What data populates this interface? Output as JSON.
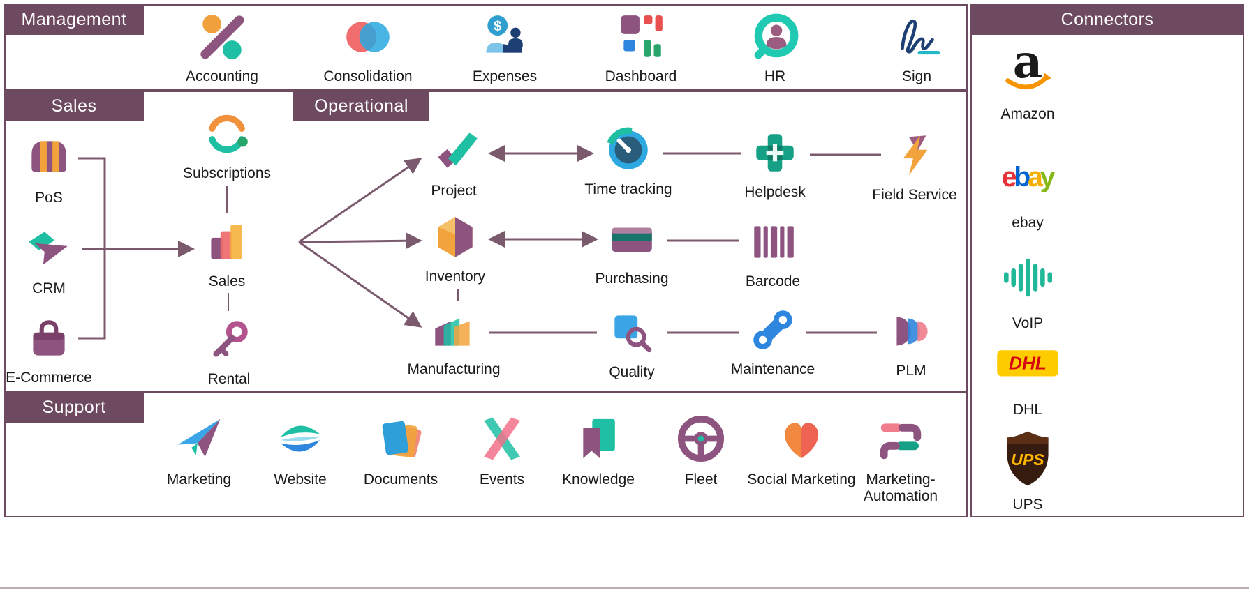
{
  "colors": {
    "section_plum": "#6d4a60",
    "arrow": "#7b5a6e",
    "amazon_orange": "#f79400",
    "ebay_e": "#e53238",
    "ebay_b": "#0064d2",
    "ebay_a": "#f5af02",
    "ebay_y": "#86b817",
    "dhl_red": "#d40511",
    "dhl_yellow": "#ffcc00",
    "ups_brown": "#351c0f",
    "ups_gold": "#ffb500"
  },
  "icons": {
    "expenses_symbol": "$"
  },
  "sections": {
    "management": {
      "title": "Management",
      "apps": [
        {
          "label": "Accounting",
          "icon": "accounting-icon"
        },
        {
          "label": "Consolidation",
          "icon": "consolidation-icon"
        },
        {
          "label": "Expenses",
          "icon": "expenses-icon"
        },
        {
          "label": "Dashboard",
          "icon": "dashboard-icon"
        },
        {
          "label": "HR",
          "icon": "hr-icon"
        },
        {
          "label": "Sign",
          "icon": "sign-icon"
        }
      ]
    },
    "sales": {
      "title": "Sales",
      "apps": [
        {
          "label": "PoS",
          "icon": "pos-icon"
        },
        {
          "label": "CRM",
          "icon": "crm-icon"
        },
        {
          "label": "E-Commerce",
          "icon": "ecommerce-icon"
        },
        {
          "label": "Subscriptions",
          "icon": "subscriptions-icon"
        },
        {
          "label": "Sales",
          "icon": "sales-icon"
        },
        {
          "label": "Rental",
          "icon": "rental-icon"
        }
      ]
    },
    "operational": {
      "title": "Operational",
      "apps": [
        {
          "label": "Project",
          "icon": "project-icon"
        },
        {
          "label": "Time tracking",
          "icon": "time-tracking-icon"
        },
        {
          "label": "Helpdesk",
          "icon": "helpdesk-icon"
        },
        {
          "label": "Field Service",
          "icon": "field-service-icon"
        },
        {
          "label": "Inventory",
          "icon": "inventory-icon"
        },
        {
          "label": "Purchasing",
          "icon": "purchasing-icon"
        },
        {
          "label": "Barcode",
          "icon": "barcode-icon"
        },
        {
          "label": "Manufacturing",
          "icon": "manufacturing-icon"
        },
        {
          "label": "Quality",
          "icon": "quality-icon"
        },
        {
          "label": "Maintenance",
          "icon": "maintenance-icon"
        },
        {
          "label": "PLM",
          "icon": "plm-icon"
        }
      ]
    },
    "support": {
      "title": "Support",
      "apps": [
        {
          "label": "Marketing",
          "icon": "marketing-icon"
        },
        {
          "label": "Website",
          "icon": "website-icon"
        },
        {
          "label": "Documents",
          "icon": "documents-icon"
        },
        {
          "label": "Events",
          "icon": "events-icon"
        },
        {
          "label": "Knowledge",
          "icon": "knowledge-icon"
        },
        {
          "label": "Fleet",
          "icon": "fleet-icon"
        },
        {
          "label": "Social Marketing",
          "icon": "social-marketing-icon"
        },
        {
          "label": "Marketing-Automation",
          "icon": "marketing-automation-icon"
        }
      ]
    },
    "connectors": {
      "title": "Connectors",
      "items": [
        {
          "label": "Amazon",
          "logo_text": "a"
        },
        {
          "label": "ebay",
          "letters": [
            "e",
            "b",
            "a",
            "y"
          ]
        },
        {
          "label": "VoIP"
        },
        {
          "label": "DHL",
          "logo_text": "DHL"
        },
        {
          "label": "UPS",
          "logo_text": "UPS"
        }
      ]
    }
  }
}
